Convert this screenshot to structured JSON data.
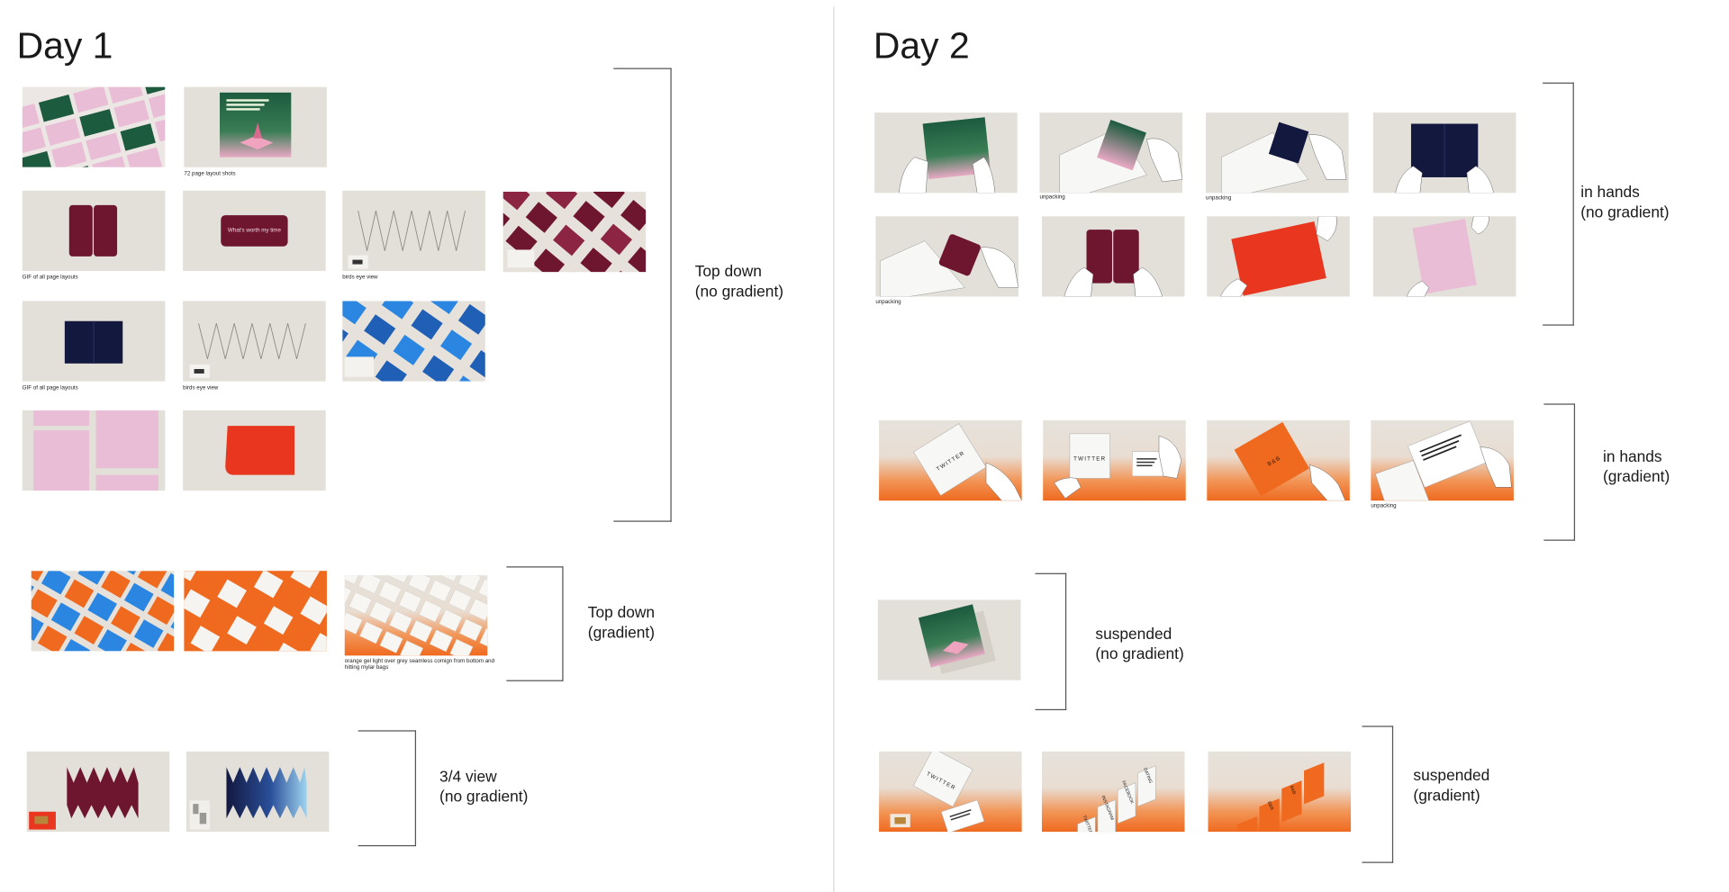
{
  "day1": {
    "title": "Day 1",
    "captions": {
      "layout_shots": "72 page layout shots",
      "gif_layouts_1": "GIF of all page layouts",
      "birds_eye_1": "birds eye view",
      "gif_layouts_2": "GIF of all page layouts",
      "birds_eye_2": "birds eye view",
      "orange_gel": "orange gel light over grey seamless comign from bottom and hitting mylar bags"
    },
    "card_text": "What's worth my time",
    "groups": {
      "top_down": [
        "Top down",
        "(no gradient)"
      ],
      "top_down_gradient": [
        "Top down",
        "(gradient)"
      ],
      "three_quarter": [
        "3/4 view",
        "(no gradient)"
      ]
    }
  },
  "day2": {
    "title": "Day 2",
    "captions": {
      "unpacking_1": "unpacking",
      "unpacking_2": "unpacking",
      "unpacking_3": "unpacking",
      "unpacking_4": "unpacking"
    },
    "bag_labels": {
      "twitter": "TWITTER",
      "instagram": "INSTAGRAM",
      "facebook": "FACEBOOK",
      "dating": "DATING",
      "bnb": "B&B"
    },
    "groups": {
      "in_hands": [
        "in hands",
        "(no gradient)"
      ],
      "in_hands_gradient": [
        "in hands",
        "(gradient)"
      ],
      "suspended": [
        "suspended",
        "(no gradient)"
      ],
      "suspended_gradient": [
        "suspended",
        "(gradient)"
      ]
    }
  },
  "colors": {
    "background_grey": "#e3e0d9",
    "maroon": "#6e1630",
    "navy": "#13183f",
    "red": "#e8361f",
    "pink": "#e9bdd6",
    "orange": "#ef6a1f",
    "blue": "#2a86e0",
    "green": "#1c5b3e"
  }
}
